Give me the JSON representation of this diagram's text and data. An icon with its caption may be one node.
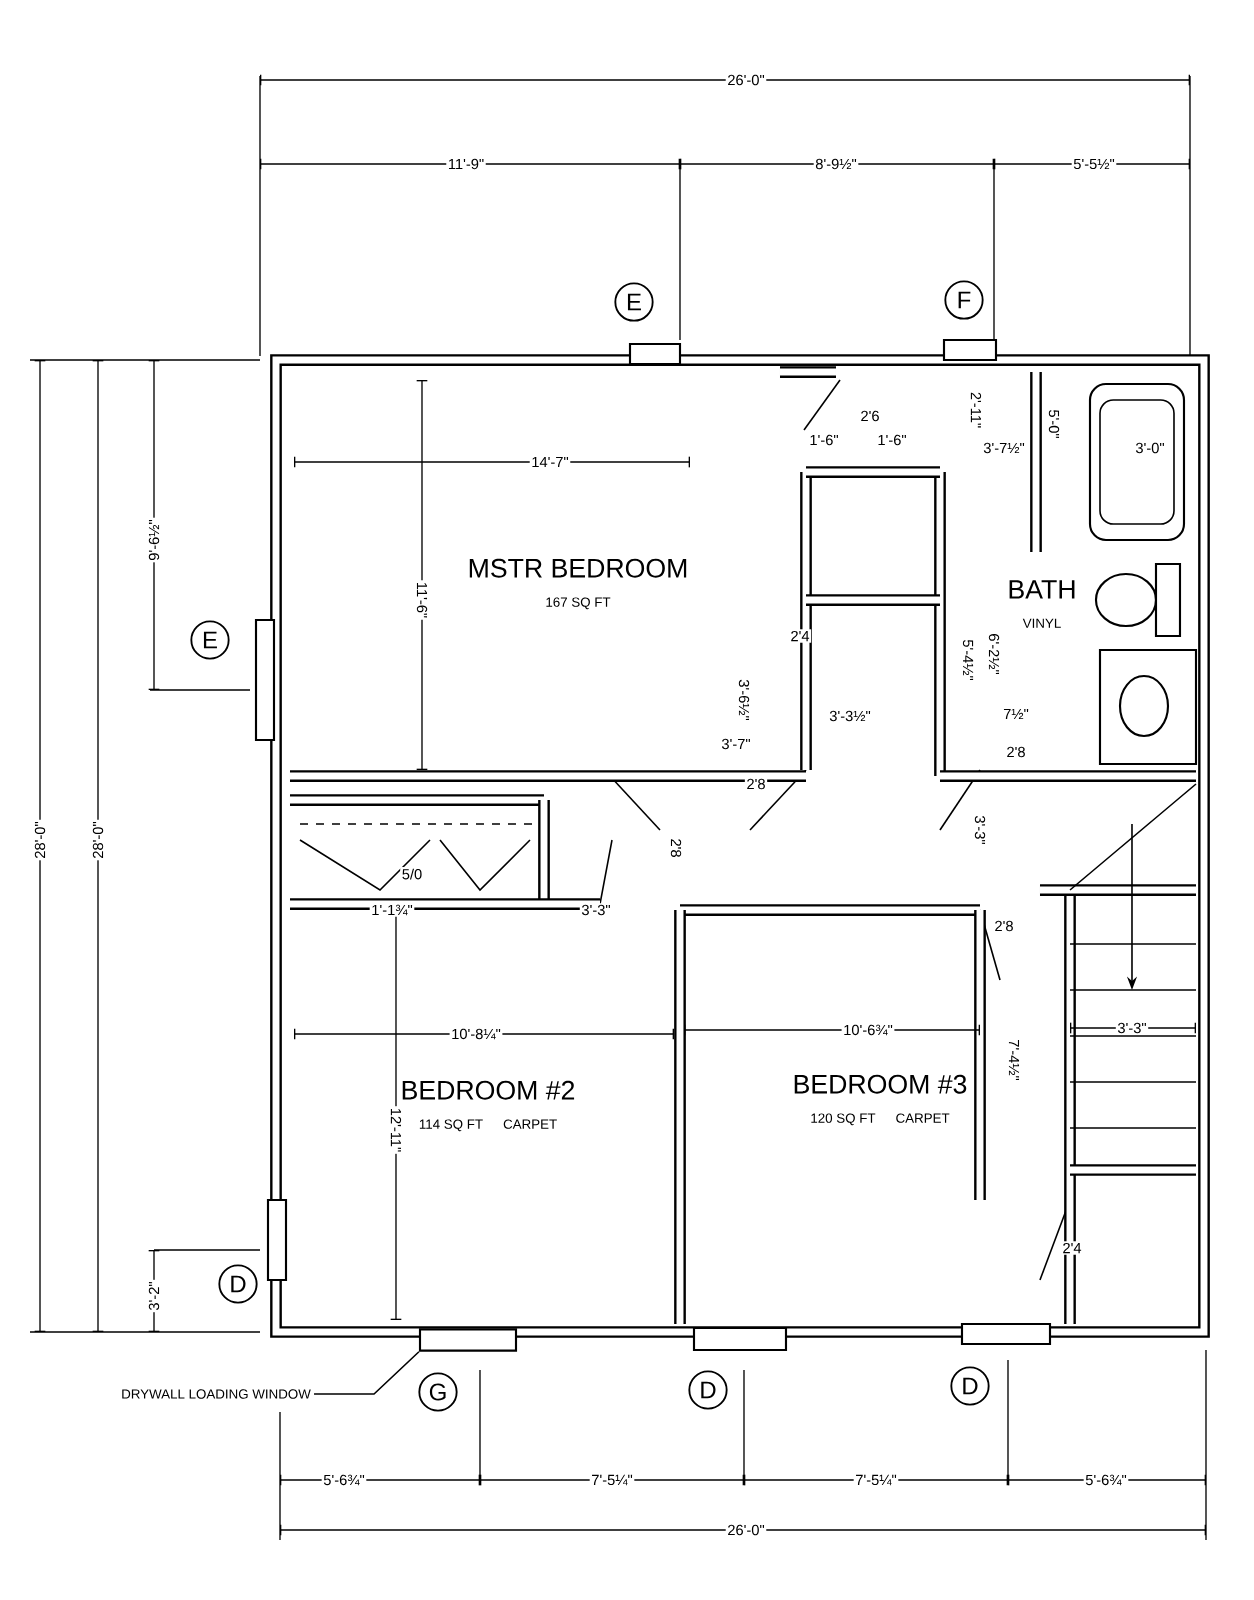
{
  "diagram": {
    "nodes": [
      {
        "text": [
          "MSTR BEDROOM",
          "167 SQ FT"
        ]
      },
      {
        "text": [
          "BATH",
          "VINYL"
        ]
      },
      {
        "text": [
          "BEDROOM #2",
          "114 SQ FT",
          "CARPET"
        ]
      },
      {
        "text": [
          "BEDROOM #3",
          "120 SQ FT",
          "CARPET"
        ]
      },
      {
        "text": [
          "E"
        ]
      },
      {
        "text": [
          "F"
        ]
      },
      {
        "text": [
          "E"
        ]
      },
      {
        "text": [
          "D"
        ]
      },
      {
        "text": [
          "G"
        ]
      },
      {
        "text": [
          "D"
        ]
      },
      {
        "text": [
          "D"
        ]
      },
      {
        "text": [
          "DRYWALL LOADING WINDOW"
        ]
      },
      {
        "text": [],
        "shape": "box"
      }
    ],
    "edges": [
      {
        "from": 11,
        "to": 12,
        "arrow": "none"
      }
    ],
    "labels": [
      "26'-0\"",
      "11'-9\"",
      "8'-9½\"",
      "5'-5½\"",
      "28'-0\"",
      "28'-0\"",
      "9'-6½\"",
      "14'-7\"",
      "2'6",
      "1'-6\"",
      "1'-6\"",
      "2'-11\"",
      "3'-7½\"",
      "3'-0\"",
      "5'-0\"",
      "11'-6\"",
      "2'4",
      "5'-4½\"",
      "6'-2½\"",
      "3'-6½\"",
      "3'-3½\"",
      "7½\"",
      "3'-7\"",
      "2'8",
      "2'8",
      "5/0",
      "2'8",
      "3'-3\"",
      "1'-1¾\"",
      "3'-3\"",
      "2'8",
      "10'-8¼\"",
      "10'-6¾\"",
      "3'-3\"",
      "7'-4½\"",
      "12'-11\"",
      "2'4",
      "3'-2\"",
      "5'-6¾\"",
      "7'-5¼\"",
      "7'-5¼\"",
      "5'-6¾\"",
      "26'-0\""
    ]
  }
}
